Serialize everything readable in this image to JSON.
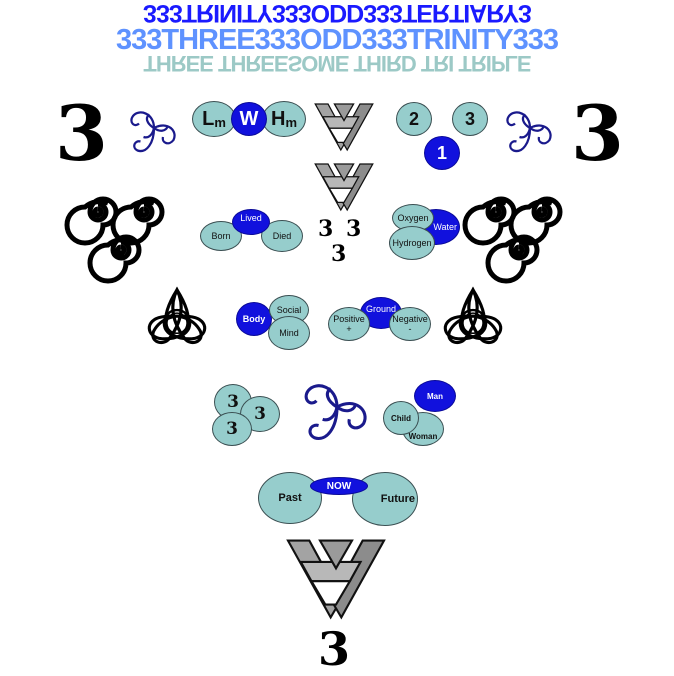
{
  "banners": {
    "line1": "333TRINITY333ODD333TERTIARY3",
    "line2": "333THREE333ODD333TRINITY333",
    "line3": "THREE THREESOME THIRD TRI TRIPLE"
  },
  "big_numerals": {
    "left": "3",
    "right": "3",
    "bottom": "3"
  },
  "lwh": {
    "l": "L",
    "l_sub": "m",
    "w": "W",
    "h": "H",
    "h_sub": "m"
  },
  "numbers": {
    "two": "2",
    "three": "3",
    "one": "1"
  },
  "life": {
    "lived": "Lived",
    "born": "Born",
    "died": "Died"
  },
  "threes_stack": {
    "a": "3",
    "b": "3",
    "c": "3"
  },
  "water": {
    "oxygen": "Oxygen",
    "water": "Water",
    "hydrogen": "Hydrogen"
  },
  "being": {
    "body": "Body",
    "social": "Social",
    "mind": "Mind"
  },
  "charge": {
    "ground": "Ground",
    "positive": "Positive",
    "positive_sign": "+",
    "negative": "Negative",
    "negative_sign": "-"
  },
  "cluster3": {
    "a": "3",
    "b": "3",
    "c": "3"
  },
  "family": {
    "man": "Man",
    "child": "Child",
    "woman": "Woman"
  },
  "time": {
    "now": "NOW",
    "past": "Past",
    "future": "Future"
  },
  "colors": {
    "teal": "#96cdcc",
    "blue": "#1111dd",
    "banner_blue": "#1a1aff",
    "banner_light_blue": "#5e92ff",
    "banner_teal": "#9cc9c6",
    "valknut_grey": "#a0a0a0"
  },
  "icons": [
    "triskele-icon",
    "valknut-icon",
    "triple-spiral-icon",
    "triquetra-icon"
  ]
}
